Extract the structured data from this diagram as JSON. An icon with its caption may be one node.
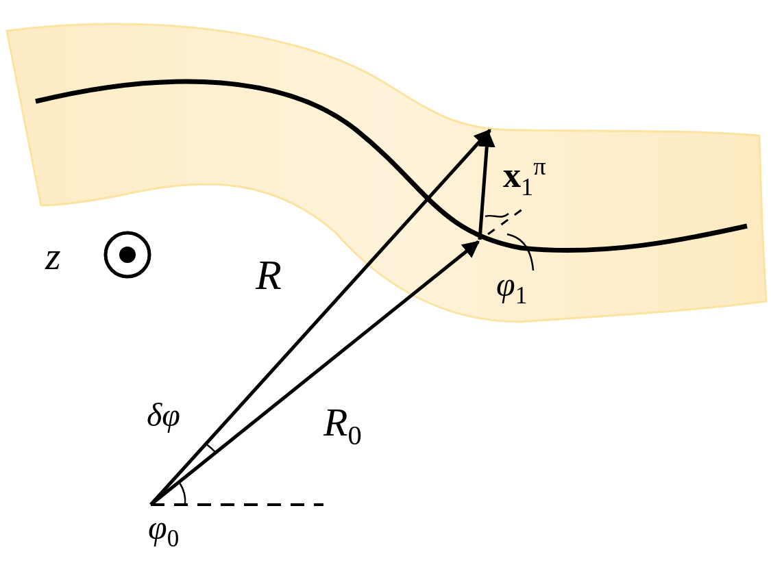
{
  "diagram": {
    "labels": [
      "**x**$_{1}$$^{π}$",
      "z",
      "R",
      "φ$_{1}$",
      "δφ",
      "R$_{0}$",
      "φ$_{0}$"
    ]
  }
}
